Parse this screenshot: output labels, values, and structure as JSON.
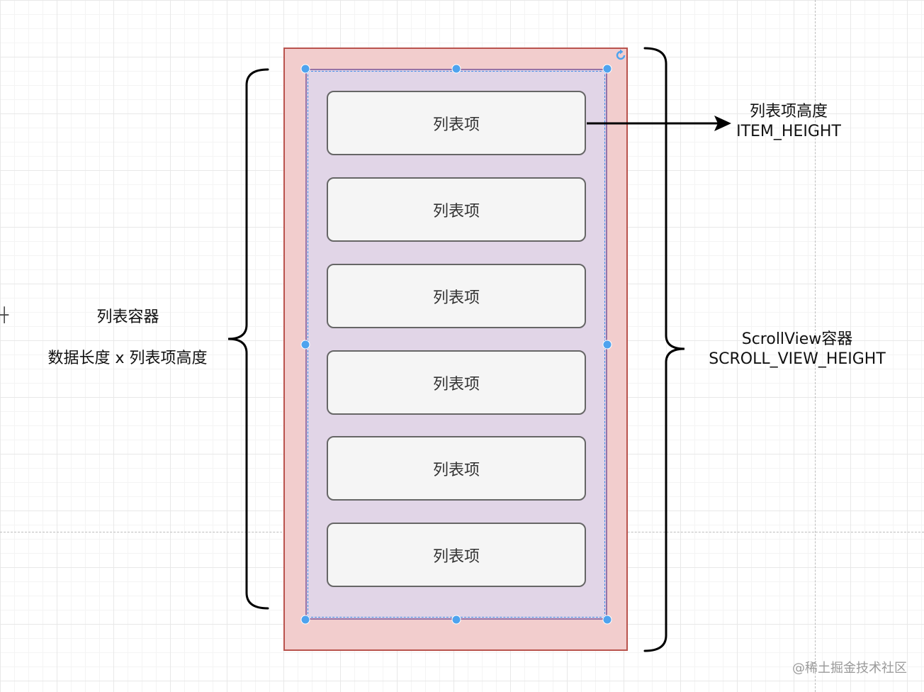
{
  "items": [
    "列表项",
    "列表项",
    "列表项",
    "列表项",
    "列表项",
    "列表项"
  ],
  "labels": {
    "item_height_cn": "列表项高度",
    "item_height_const": "ITEM_HEIGHT",
    "list_container": "列表容器",
    "list_formula": "数据长度 x 列表项高度",
    "scrollview_container": "ScrollView容器",
    "scrollview_const": "SCROLL_VIEW_HEIGHT"
  },
  "watermark": "@稀土掘金技术社区",
  "colors": {
    "scroll_fill": "#f2cdcd",
    "scroll_stroke": "#b9534d",
    "list_fill": "#e1d5e7",
    "list_stroke": "#9673a6",
    "item_fill": "#f5f5f5",
    "item_stroke": "#666666",
    "handle": "#4ea3ee"
  },
  "icons": [
    "rotate-icon",
    "arrow-right-icon",
    "brace-left-icon",
    "brace-right-icon"
  ]
}
